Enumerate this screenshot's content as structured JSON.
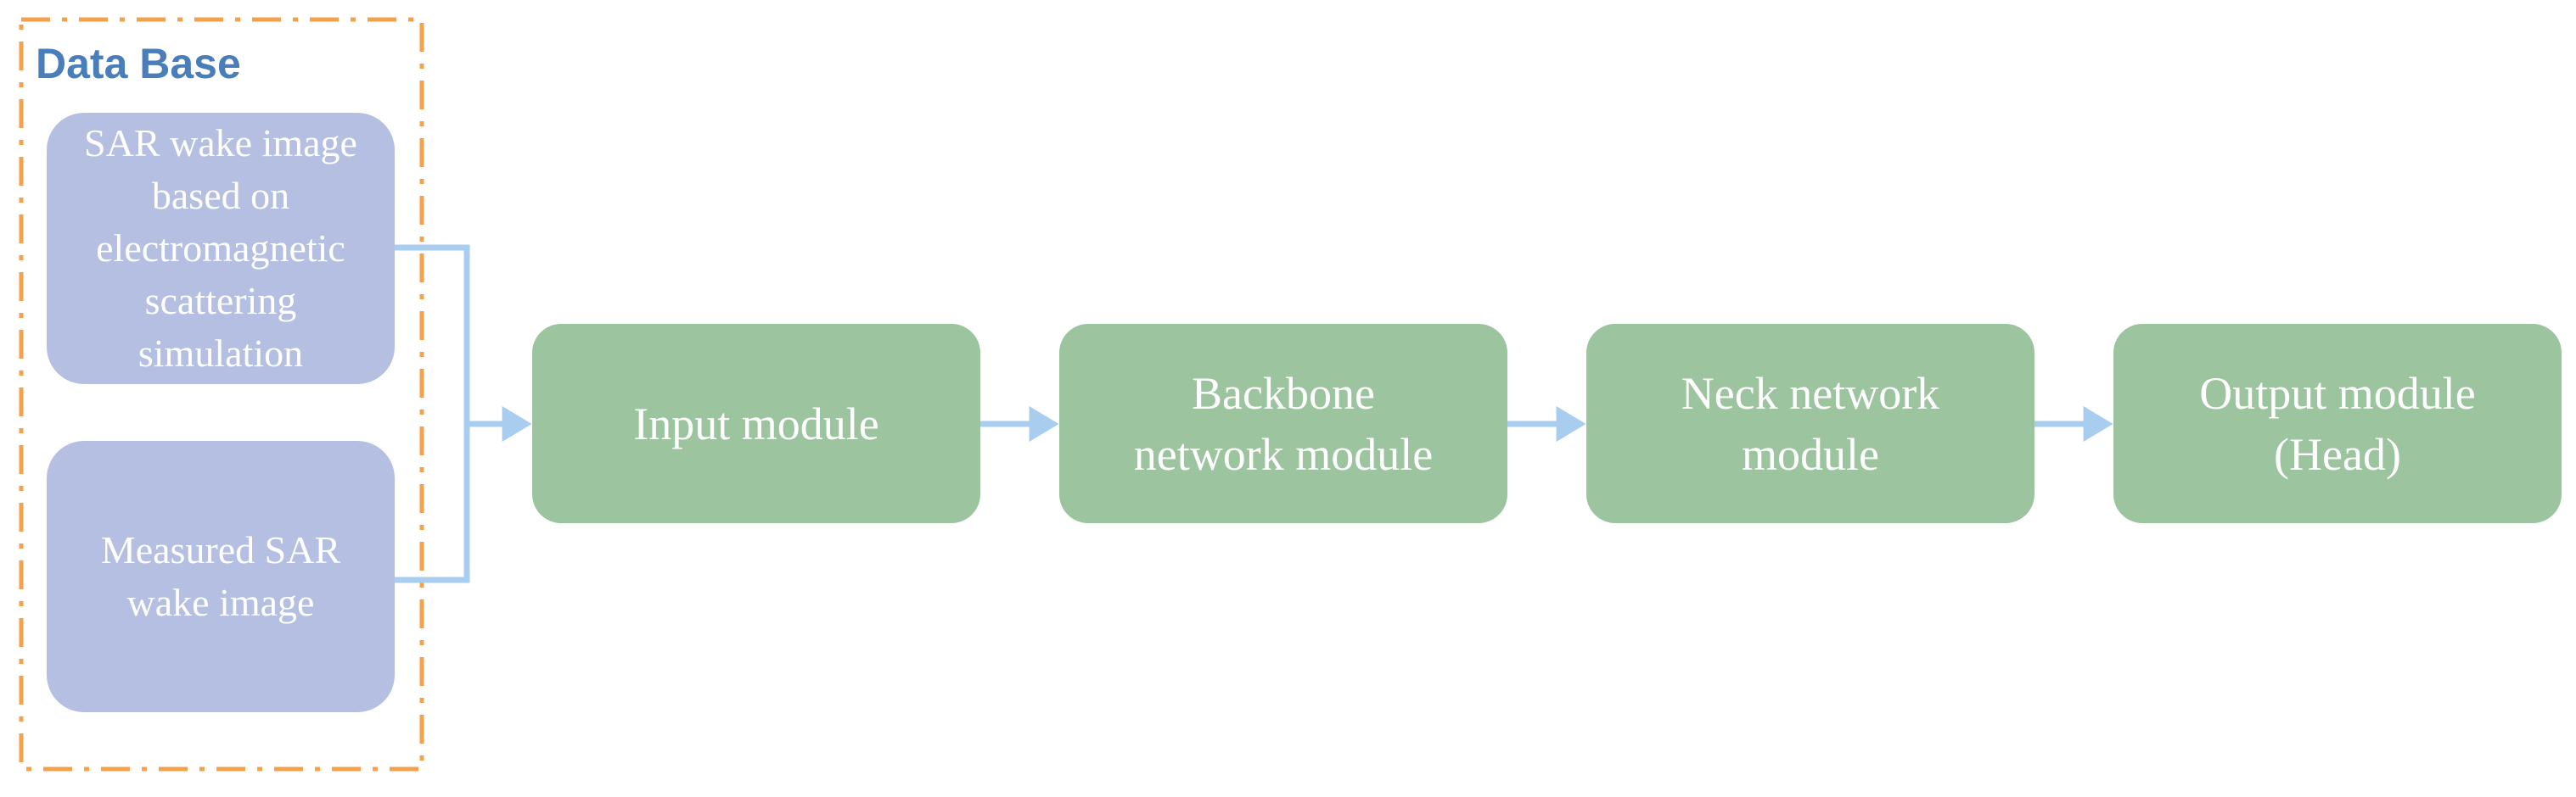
{
  "database": {
    "title": "Data Base",
    "sources": [
      {
        "lines": [
          "SAR wake image",
          "based on",
          "electromagnetic",
          "scattering",
          "simulation"
        ]
      },
      {
        "lines": [
          "Measured SAR",
          "wake image"
        ]
      }
    ]
  },
  "modules": [
    {
      "lines": [
        "Input module"
      ]
    },
    {
      "lines": [
        "Backbone",
        "network module"
      ]
    },
    {
      "lines": [
        "Neck network",
        "module"
      ]
    },
    {
      "lines": [
        "Output module",
        "(Head)"
      ]
    }
  ],
  "colors": {
    "frame_border": "#f5a04a",
    "title": "#4a7ebb",
    "source_fill": "#b4bfe2",
    "module_fill": "#9cc49f",
    "arrow": "#a9cdef",
    "text": "#ffffff"
  }
}
